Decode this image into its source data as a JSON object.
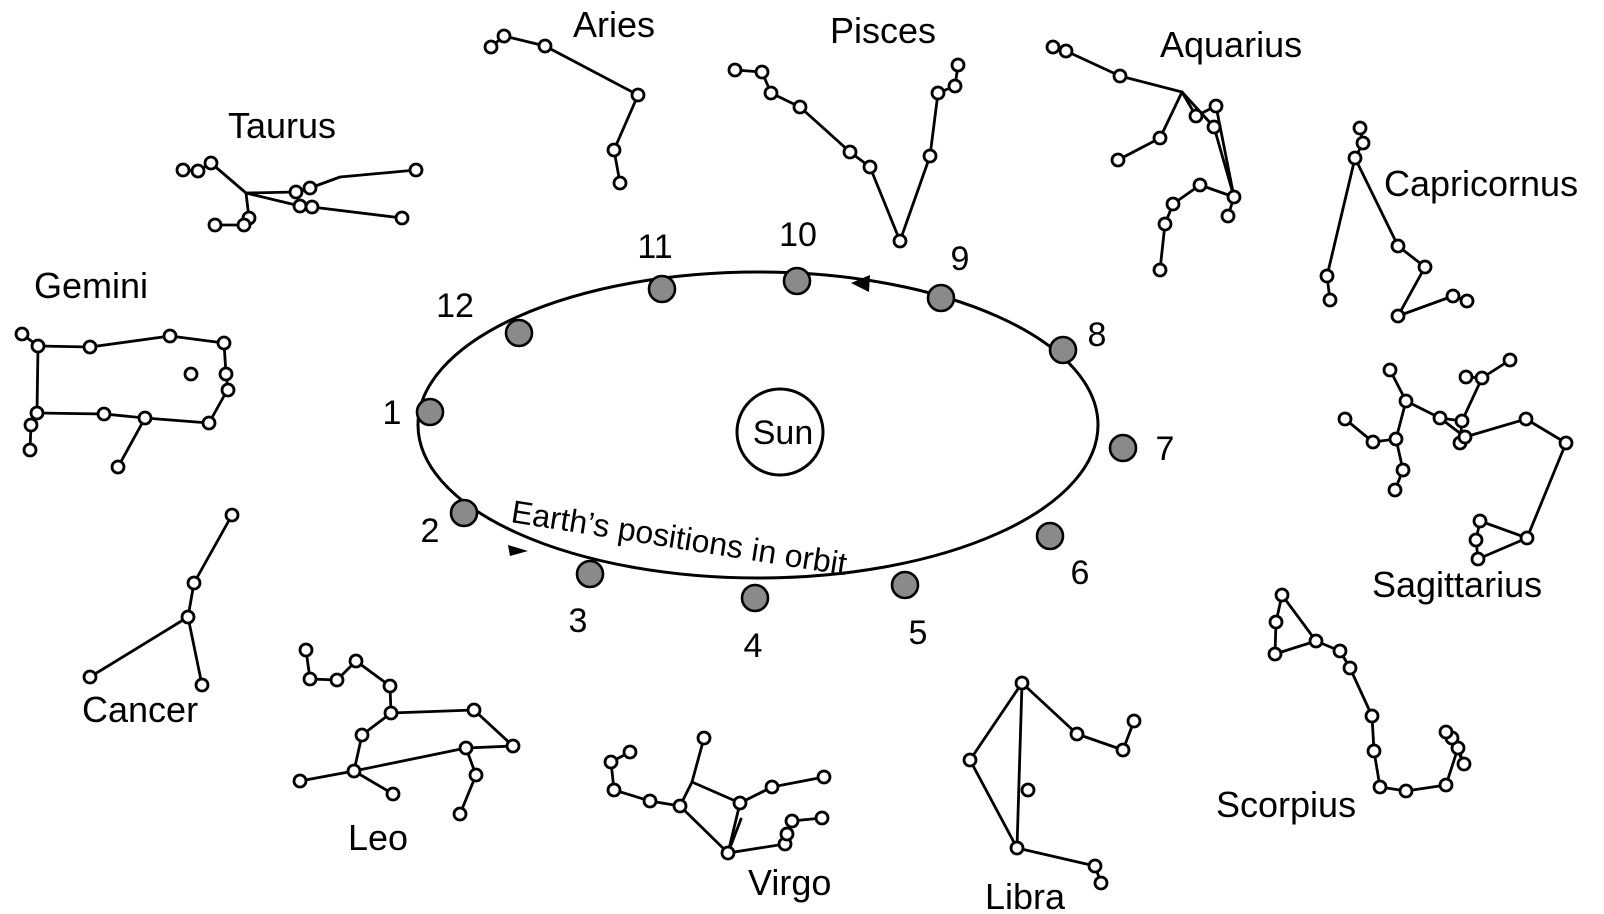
{
  "diagram": {
    "sun_label": "Sun",
    "orbit_caption": "Earth’s positions in orbit",
    "positions": [
      "1",
      "2",
      "3",
      "4",
      "5",
      "6",
      "7",
      "8",
      "9",
      "10",
      "11",
      "12"
    ],
    "constellations": {
      "aries": "Aries",
      "pisces": "Pisces",
      "aquarius": "Aquarius",
      "taurus": "Taurus",
      "capricornus": "Capricornus",
      "gemini": "Gemini",
      "sagittarius": "Sagittarius",
      "cancer": "Cancer",
      "scorpius": "Scorpius",
      "leo": "Leo",
      "virgo": "Virgo",
      "libra": "Libra"
    }
  }
}
